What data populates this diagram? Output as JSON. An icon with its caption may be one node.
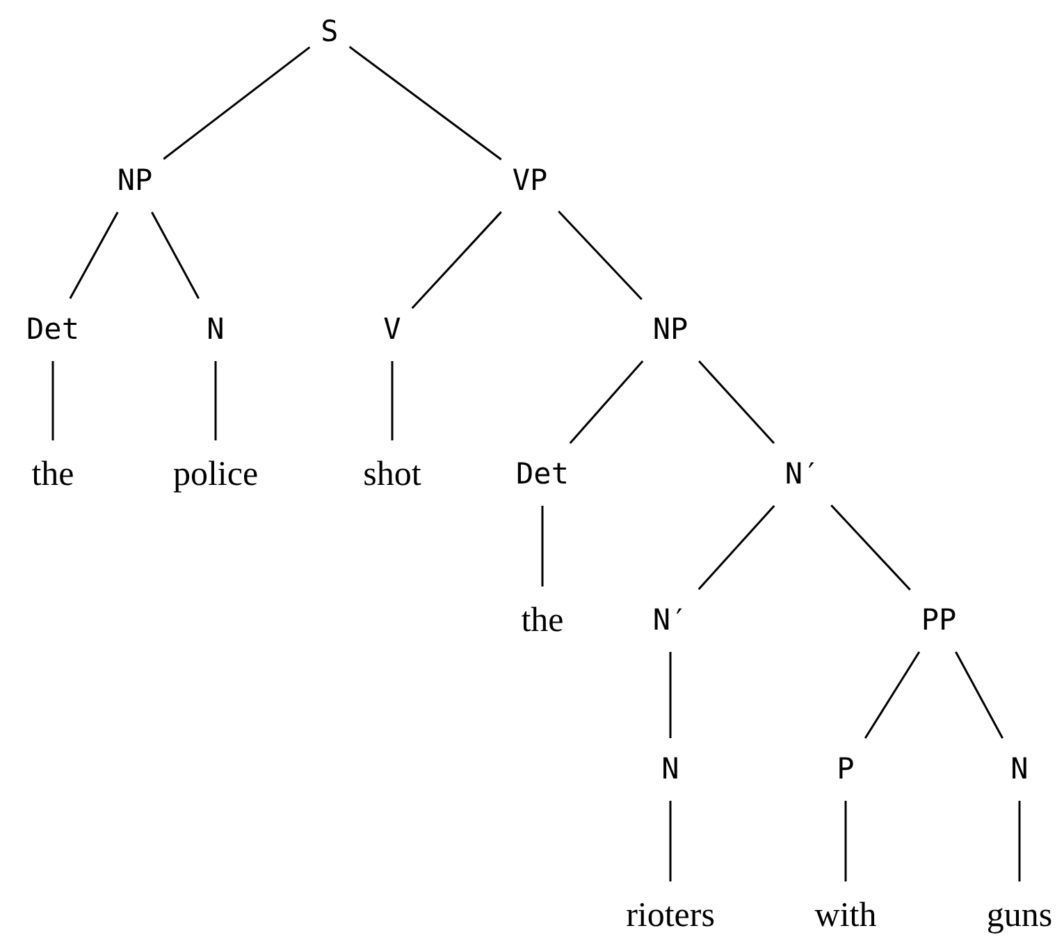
{
  "diagram": {
    "nodes": [
      {
        "text": [
          "S"
        ]
      },
      {
        "text": [
          "NP"
        ]
      },
      {
        "text": [
          "VP"
        ]
      },
      {
        "text": [
          "Det"
        ]
      },
      {
        "text": [
          "N"
        ]
      },
      {
        "text": [
          "V"
        ]
      },
      {
        "text": [
          "NP"
        ]
      },
      {
        "text": [
          "the"
        ]
      },
      {
        "text": [
          "police"
        ]
      },
      {
        "text": [
          "shot"
        ]
      },
      {
        "text": [
          "Det"
        ]
      },
      {
        "text": [
          "N′"
        ]
      },
      {
        "text": [
          "the"
        ]
      },
      {
        "text": [
          "N′"
        ]
      },
      {
        "text": [
          "PP"
        ]
      },
      {
        "text": [
          "N"
        ]
      },
      {
        "text": [
          "P"
        ]
      },
      {
        "text": [
          "N"
        ]
      },
      {
        "text": [
          "rioters"
        ]
      },
      {
        "text": [
          "with"
        ]
      },
      {
        "text": [
          "guns"
        ]
      }
    ],
    "edges": [
      {
        "from": 0,
        "to": 1,
        "arrow": "none"
      },
      {
        "from": 0,
        "to": 2,
        "arrow": "none"
      },
      {
        "from": 1,
        "to": 3,
        "arrow": "none"
      },
      {
        "from": 1,
        "to": 4,
        "arrow": "none"
      },
      {
        "from": 2,
        "to": 5,
        "arrow": "none"
      },
      {
        "from": 2,
        "to": 6,
        "arrow": "none"
      },
      {
        "from": 3,
        "to": 7,
        "arrow": "none"
      },
      {
        "from": 4,
        "to": 8,
        "arrow": "none"
      },
      {
        "from": 5,
        "to": 9,
        "arrow": "none"
      },
      {
        "from": 6,
        "to": 10,
        "arrow": "none"
      },
      {
        "from": 6,
        "to": 11,
        "arrow": "none"
      },
      {
        "from": 10,
        "to": 12,
        "arrow": "none"
      },
      {
        "from": 11,
        "to": 13,
        "arrow": "none"
      },
      {
        "from": 11,
        "to": 14,
        "arrow": "none"
      },
      {
        "from": 13,
        "to": 15,
        "arrow": "none"
      },
      {
        "from": 14,
        "to": 16,
        "arrow": "none"
      },
      {
        "from": 14,
        "to": 17,
        "arrow": "none"
      },
      {
        "from": 15,
        "to": 18,
        "arrow": "none"
      },
      {
        "from": 16,
        "to": 19,
        "arrow": "none"
      },
      {
        "from": 17,
        "to": 20,
        "arrow": "none"
      }
    ]
  }
}
